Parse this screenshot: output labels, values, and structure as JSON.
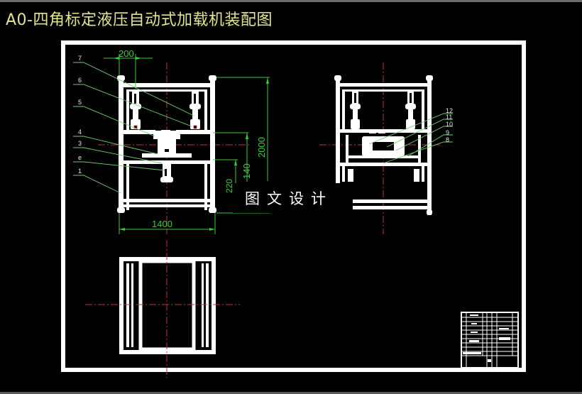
{
  "title": "A0-四角标定液压自动式加载机装配图",
  "watermark": "图文设计",
  "colors": {
    "background": "#000000",
    "geometry": "#ffffff",
    "dimension": "#2fd02f",
    "centerline": "#c0303a",
    "title_text": "#e4e48a",
    "leader": "#6fd06f"
  },
  "front_view": {
    "dimensions": {
      "top_width": "200",
      "bottom_width": "1400",
      "height_total": "2000",
      "height_mid": "140",
      "height_low": "220"
    },
    "part_labels": [
      "7",
      "6",
      "5",
      "4",
      "3",
      "e",
      "1"
    ]
  },
  "side_view": {
    "part_labels": [
      "12",
      "11",
      "10",
      "9",
      "8"
    ]
  },
  "plan_view": {},
  "title_block": {}
}
